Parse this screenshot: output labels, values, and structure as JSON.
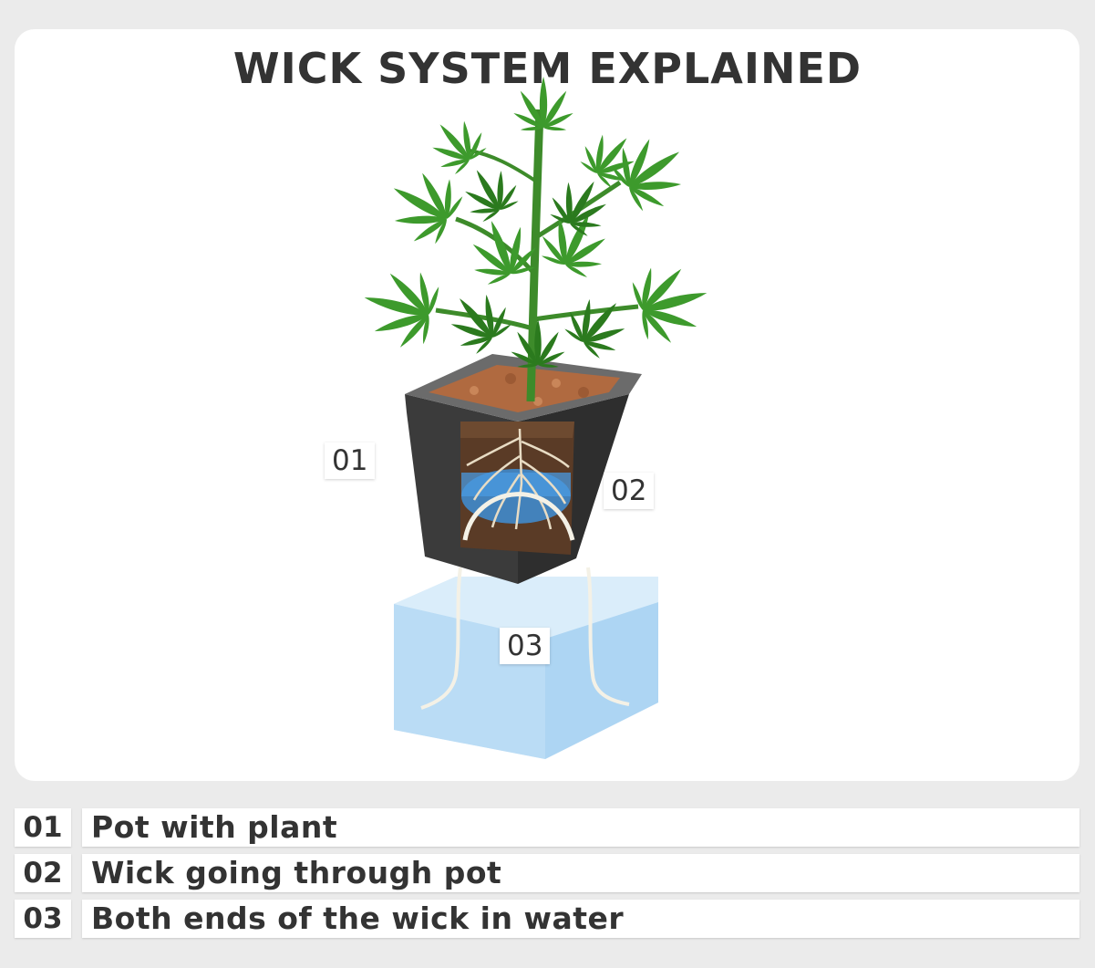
{
  "title": "WICK SYSTEM EXPLAINED",
  "callouts": [
    {
      "id": "01",
      "label": "01"
    },
    {
      "id": "02",
      "label": "02"
    },
    {
      "id": "03",
      "label": "03"
    }
  ],
  "legend": [
    {
      "number": "01",
      "text": "Pot with plant"
    },
    {
      "number": "02",
      "text": "Wick going through pot"
    },
    {
      "number": "03",
      "text": "Both ends of the wick in water"
    }
  ],
  "colors": {
    "background": "#ebebeb",
    "card": "#ffffff",
    "text": "#333333",
    "leaf": "#3d9a2c",
    "leaf_dark": "#2b7a1e",
    "pot": "#3b3b3b",
    "pot_rim": "#6b6b6b",
    "soil": "#b06a40",
    "water": "#a9d3f2",
    "water_in_pot": "#3f8fd6"
  },
  "icons": [
    "cannabis-plant-icon",
    "pot-icon",
    "water-reservoir-icon",
    "wick-icon",
    "roots-icon"
  ]
}
